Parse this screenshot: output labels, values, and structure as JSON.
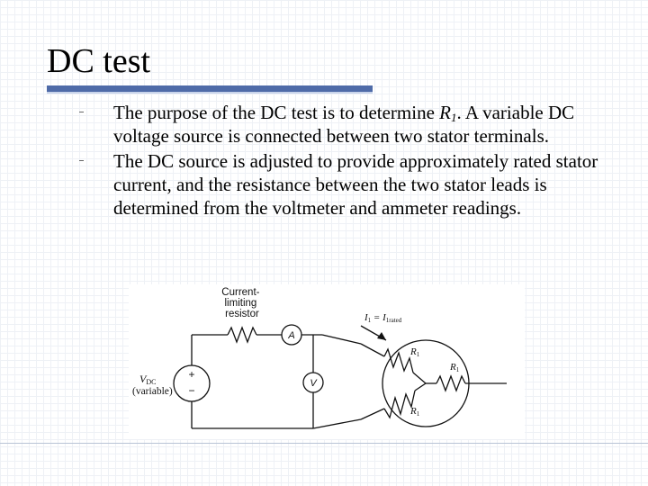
{
  "slide": {
    "title": "DC test",
    "bullets": [
      {
        "before": "The purpose of the DC test is to determine ",
        "var": "R",
        "sub": "1",
        "after": ". A variable DC voltage source is connected between two stator terminals."
      },
      {
        "text": "The DC source is adjusted to provide approximately rated stator current, and the resistance between the two stator leads is determined from the voltmeter and ammeter readings."
      }
    ]
  },
  "diagram": {
    "resistor_label_line1": "Current-",
    "resistor_label_line2": "limiting",
    "resistor_label_line3": "resistor",
    "ammeter": "A",
    "voltmeter": "V",
    "source_plus": "+",
    "source_minus": "−",
    "vdc": "V",
    "vdc_sub": "DC",
    "vdc_variable": "(variable)",
    "current_eq": "I",
    "current_sub1": "1",
    "current_eq_mid": " = I",
    "current_sub2": "1rated",
    "r_top": "R",
    "r_top_sub": "1",
    "r_right": "R",
    "r_right_sub": "1",
    "r_bottom": "R",
    "r_bottom_sub": "1"
  }
}
